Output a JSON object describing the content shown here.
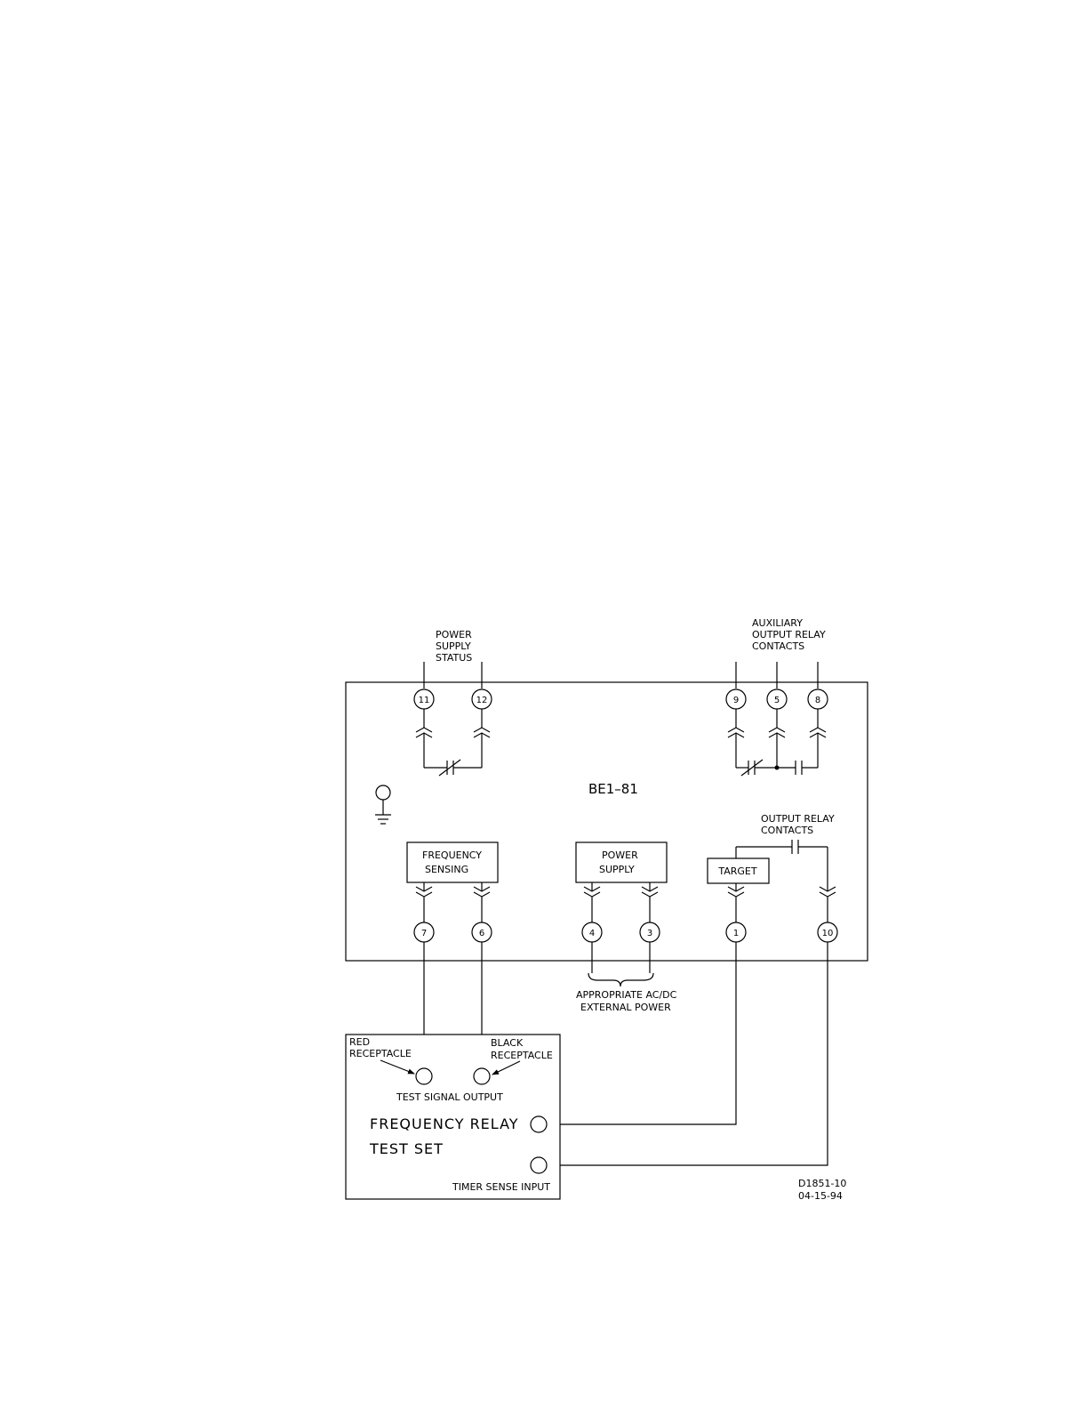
{
  "relay": {
    "name": "BE1–81"
  },
  "labels": {
    "ps_status": [
      "POWER",
      "SUPPLY",
      "STATUS"
    ],
    "aux_contacts": [
      "AUXILIARY",
      "OUTPUT RELAY",
      "CONTACTS"
    ],
    "output_contacts": [
      "OUTPUT RELAY",
      "CONTACTS"
    ],
    "external_power": [
      "APPROPRIATE AC/DC",
      "EXTERNAL POWER"
    ]
  },
  "blocks": {
    "freq_sensing": [
      "FREQUENCY",
      "SENSING"
    ],
    "power_supply": [
      "POWER",
      "SUPPLY"
    ],
    "target": "TARGET"
  },
  "terminals": {
    "t11": "11",
    "t12": "12",
    "t9": "9",
    "t5": "5",
    "t8": "8",
    "t7": "7",
    "t6": "6",
    "t4": "4",
    "t3": "3",
    "t1": "1",
    "t10": "10"
  },
  "test_set": {
    "red": [
      "RED",
      "RECEPTACLE"
    ],
    "black": [
      "BLACK",
      "RECEPTACLE"
    ],
    "signal_output": "TEST SIGNAL OUTPUT",
    "title": [
      "FREQUENCY RELAY",
      "TEST SET"
    ],
    "timer_sense": "TIMER SENSE INPUT"
  },
  "drawing_ref": {
    "number": "D1851-10",
    "date": "04-15-94"
  }
}
